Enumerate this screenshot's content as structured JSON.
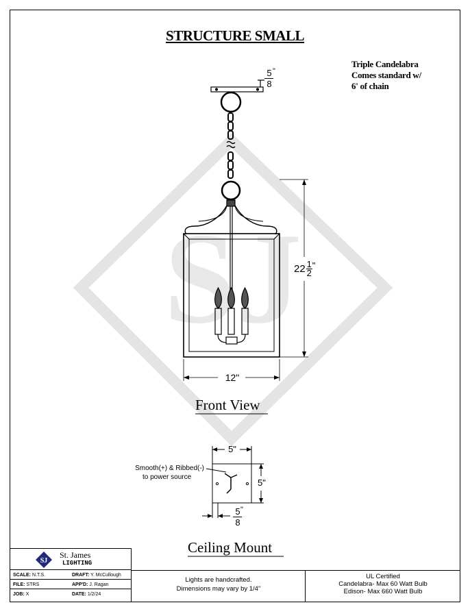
{
  "title": "STRUCTURE SMALL",
  "note_lines": [
    "Triple Candelabra",
    "Comes standard w/",
    "6' of chain"
  ],
  "front_view": {
    "label": "Front View",
    "canopy_offset": {
      "num": "5",
      "den": "8",
      "unit": "\""
    },
    "height": {
      "whole": "22",
      "num": "1",
      "den": "2",
      "unit": "\""
    },
    "width": "12\""
  },
  "ceiling_mount": {
    "label": "Ceiling Mount",
    "width": "5\"",
    "height": "5\"",
    "depth": {
      "num": "5",
      "den": "8",
      "unit": "\""
    },
    "callout_line1": "Smooth(+) & Ribbed(-)",
    "callout_line2": "to power source"
  },
  "title_block": {
    "company_line1": "St. James",
    "company_line2": "LIGHTING",
    "logo_text": "SJ",
    "fields": [
      {
        "key": "SCALE:",
        "value": "N.T.S."
      },
      {
        "key": "DRAFT:",
        "value": "Y. McCullough"
      },
      {
        "key": "FILE:",
        "value": "STRS"
      },
      {
        "key": "APP'D:",
        "value": "J. Ragan"
      },
      {
        "key": "JOB:",
        "value": "X"
      },
      {
        "key": "DATE:",
        "value": "1/2/24"
      }
    ],
    "center_line1": "Lights are handcrafted.",
    "center_line2": "Dimensions may vary by 1/4\"",
    "right_line1": "UL Certified",
    "right_line2": "Candelabra- Max 60 Watt Bulb",
    "right_line3": "Edison- Max 660 Watt Bulb"
  },
  "colors": {
    "line": "#000000",
    "watermark": "#e6e6e6",
    "logo_blue": "#1f2a7a"
  }
}
